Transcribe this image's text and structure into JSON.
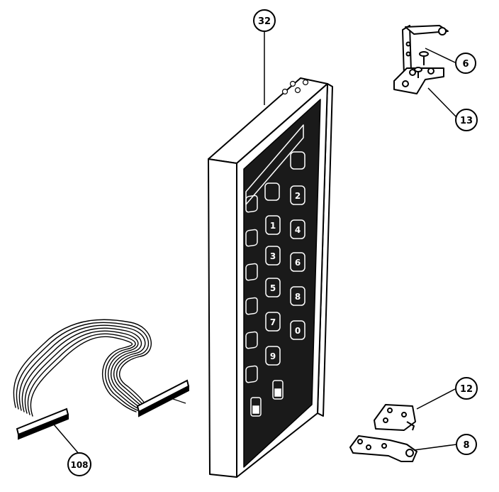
{
  "callouts": {
    "panel_assembly": "32",
    "hinge_screw": "6",
    "upper_hinge": "13",
    "bracket_upper": "12",
    "bracket_lower": "8",
    "wire_harness": "108"
  },
  "keypad_digits": [
    "1",
    "2",
    "3",
    "4",
    "5",
    "6",
    "7",
    "8",
    "9",
    "0"
  ],
  "colors": {
    "line": "#000000",
    "panel": "#1a1a1a",
    "background": "#ffffff"
  }
}
